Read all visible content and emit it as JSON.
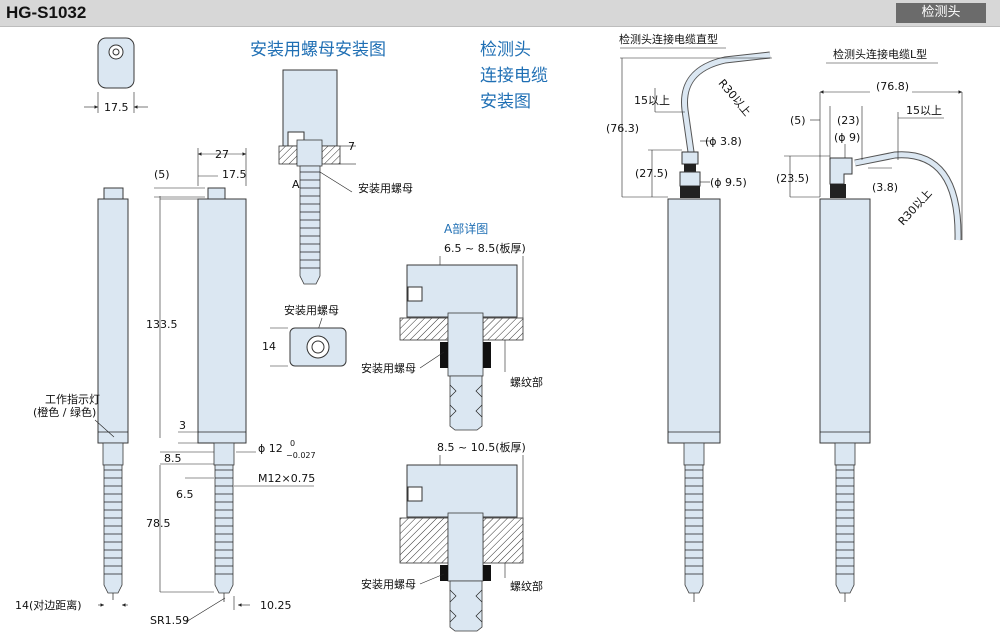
{
  "header": {
    "model": "HG-S1032",
    "section_tag": "检测头"
  },
  "titles": {
    "nut_mount": "安装用螺母安装图",
    "cable_mount": [
      "检测头",
      "连接电缆",
      "安装图"
    ],
    "detail_a": "A部详图"
  },
  "labels": {
    "nut_a": "安装用螺母",
    "nut_b": "安装用螺母",
    "nut_c": "安装用螺母",
    "nut_d": "安装用螺母",
    "thread_a": "螺纹部",
    "thread_b": "螺纹部",
    "indicator_1": "工作指示灯",
    "indicator_2": "(橙色 / 绿色)",
    "width_across": "14(对边距离)",
    "cable_straight": "检测头连接电缆直型",
    "cable_l": "检测头连接电缆L型",
    "point_a": "A"
  },
  "dims": {
    "d_17_5_top": "17.5",
    "d_27": "27",
    "d_17_5": "17.5",
    "d_5": "(5)",
    "d_133_5": "133.5",
    "d_3": "3",
    "d_8_5": "8.5",
    "d_6_5": "6.5",
    "d_78_5": "78.5",
    "d_phi12": "ϕ 12",
    "d_tol_top": "0",
    "d_tol_bot": "−0.027",
    "d_m12": "M12×0.75",
    "d_sr": "SR1.59",
    "d_10_25": "10.25",
    "d_7": "7",
    "d_14": "14",
    "d_plate_a": "6.5 ~ 8.5(板厚)",
    "d_plate_b": "8.5 ~ 10.5(板厚)",
    "d_15a": "15以上",
    "d_76_3": "(76.3)",
    "d_r30a": "R30以上",
    "d_phi3_8a": "(ϕ 3.8)",
    "d_27_5": "(27.5)",
    "d_phi9_5": "(ϕ 9.5)",
    "d_76_8": "(76.8)",
    "d_5b": "(5)",
    "d_23": "(23)",
    "d_15b": "15以上",
    "d_phi9": "(ϕ 9)",
    "d_23_5": "(23.5)",
    "d_3_8b": "(3.8)",
    "d_r30b": "R30以上"
  }
}
